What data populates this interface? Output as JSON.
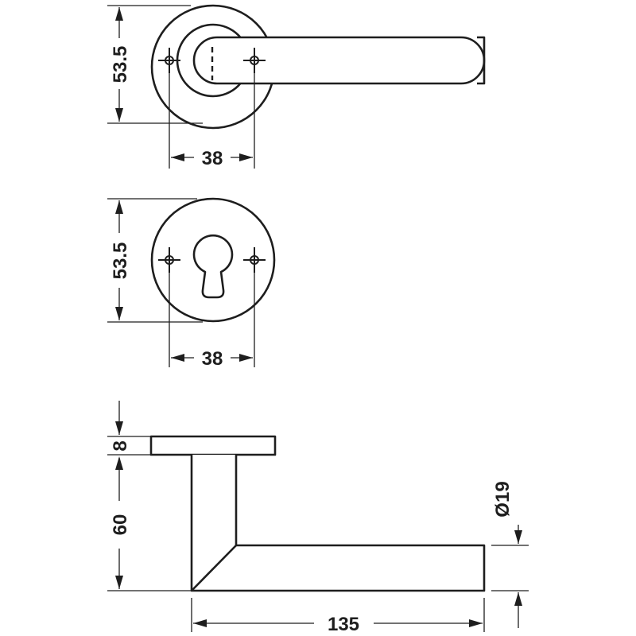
{
  "dimensions": {
    "top_view": {
      "height": "53.5",
      "width": "38"
    },
    "escutcheon_view": {
      "height": "53.5",
      "width": "38"
    },
    "side_view": {
      "rose_thickness": "8",
      "lever_height": "60",
      "lever_diameter": "Ø19",
      "lever_length": "135"
    }
  },
  "colors": {
    "line": "#1e1e1e",
    "background": "#ffffff"
  }
}
